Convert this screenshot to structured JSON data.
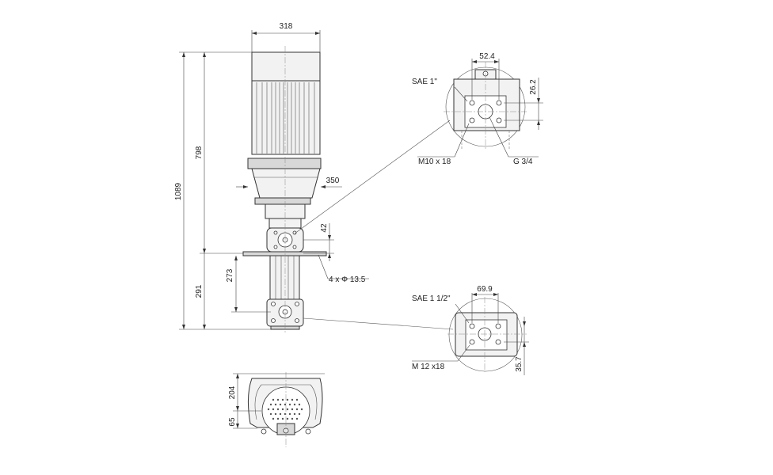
{
  "dimensions": {
    "motor_width": "318",
    "overall_height": "1089",
    "motor_height": "798",
    "flange_offset": "350",
    "head_height": "42",
    "column_length": "273",
    "suction_height": "291",
    "base_depth": "204",
    "base_lower": "65",
    "discharge_spacing": "52.4",
    "discharge_offset": "26.2",
    "suction_spacing": "69.9",
    "suction_offset": "35.7"
  },
  "callouts": {
    "discharge_flange": "SAE 1\"",
    "discharge_bolts": "M10 x 18",
    "gauge_port": "G 3/4",
    "mount_holes": "4 x Φ 13.5",
    "suction_flange": "SAE 1 1/2\"",
    "suction_bolts": "M 12 x18"
  }
}
